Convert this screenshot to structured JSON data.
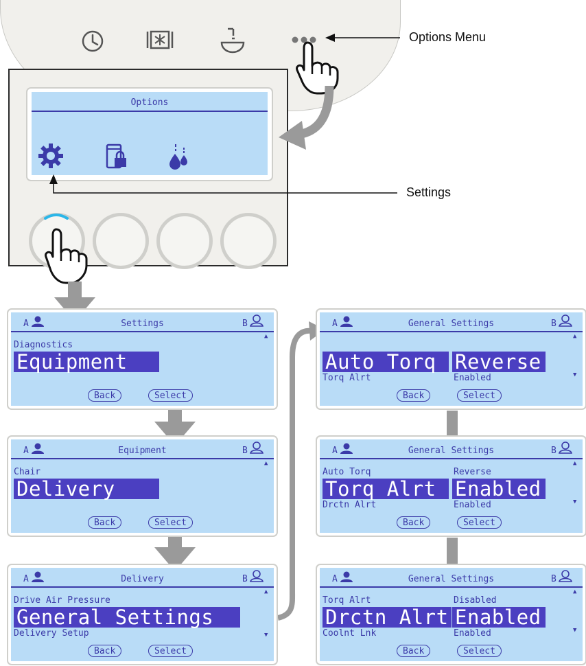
{
  "callouts": {
    "options_menu": "Options Menu",
    "settings": "Settings"
  },
  "options_screen": {
    "title": "Options"
  },
  "screens": [
    {
      "id": "settings",
      "title": "Settings",
      "user_a": "A",
      "user_b": "B",
      "line_above": "Diagnostics",
      "highlight": "Equipment",
      "line_below": "",
      "back": "Back",
      "select": "Select"
    },
    {
      "id": "equipment",
      "title": "Equipment",
      "user_a": "A",
      "user_b": "B",
      "line_above": "Chair",
      "highlight": "Delivery",
      "line_below": "",
      "back": "Back",
      "select": "Select"
    },
    {
      "id": "delivery",
      "title": "Delivery",
      "user_a": "A",
      "user_b": "B",
      "line_above": "Drive Air Pressure",
      "highlight": "General Settings",
      "line_below": "Delivery Setup",
      "back": "Back",
      "select": "Select"
    },
    {
      "id": "general-1",
      "title": "General Settings",
      "user_a": "A",
      "user_b": "B",
      "left_above": "",
      "left_highlight": "Auto Torq",
      "left_below": "Torq Alrt",
      "right_above": "",
      "right_highlight": "Reverse",
      "right_below": "Enabled",
      "back": "Back",
      "select": "Select"
    },
    {
      "id": "general-2",
      "title": "General Settings",
      "user_a": "A",
      "user_b": "B",
      "left_above": "Auto Torq",
      "left_highlight": "Torq Alrt",
      "left_below": "Drctn Alrt",
      "right_above": "Reverse",
      "right_highlight": "Enabled",
      "right_below": "Enabled",
      "back": "Back",
      "select": "Select"
    },
    {
      "id": "general-3",
      "title": "General Settings",
      "user_a": "A",
      "user_b": "B",
      "left_above": "Torq Alrt",
      "left_highlight": "Drctn Alrt",
      "left_below": "Coolnt Lnk",
      "right_above": "Disabled",
      "right_highlight": "Enabled",
      "right_below": "Enabled",
      "back": "Back",
      "select": "Select"
    }
  ],
  "colors": {
    "lcd_background": "#b9dcf7",
    "lcd_text": "#3b3aa8",
    "highlight_bar": "#4b3fc1",
    "flow_arrow": "#9a9a9a"
  },
  "icons": [
    "clock-icon",
    "heater-icon",
    "cup-filler-icon",
    "more-options-icon",
    "gear-icon",
    "phone-lock-icon",
    "drops-icon",
    "hand-pointer-icon",
    "user-a-icon",
    "user-b-icon"
  ]
}
